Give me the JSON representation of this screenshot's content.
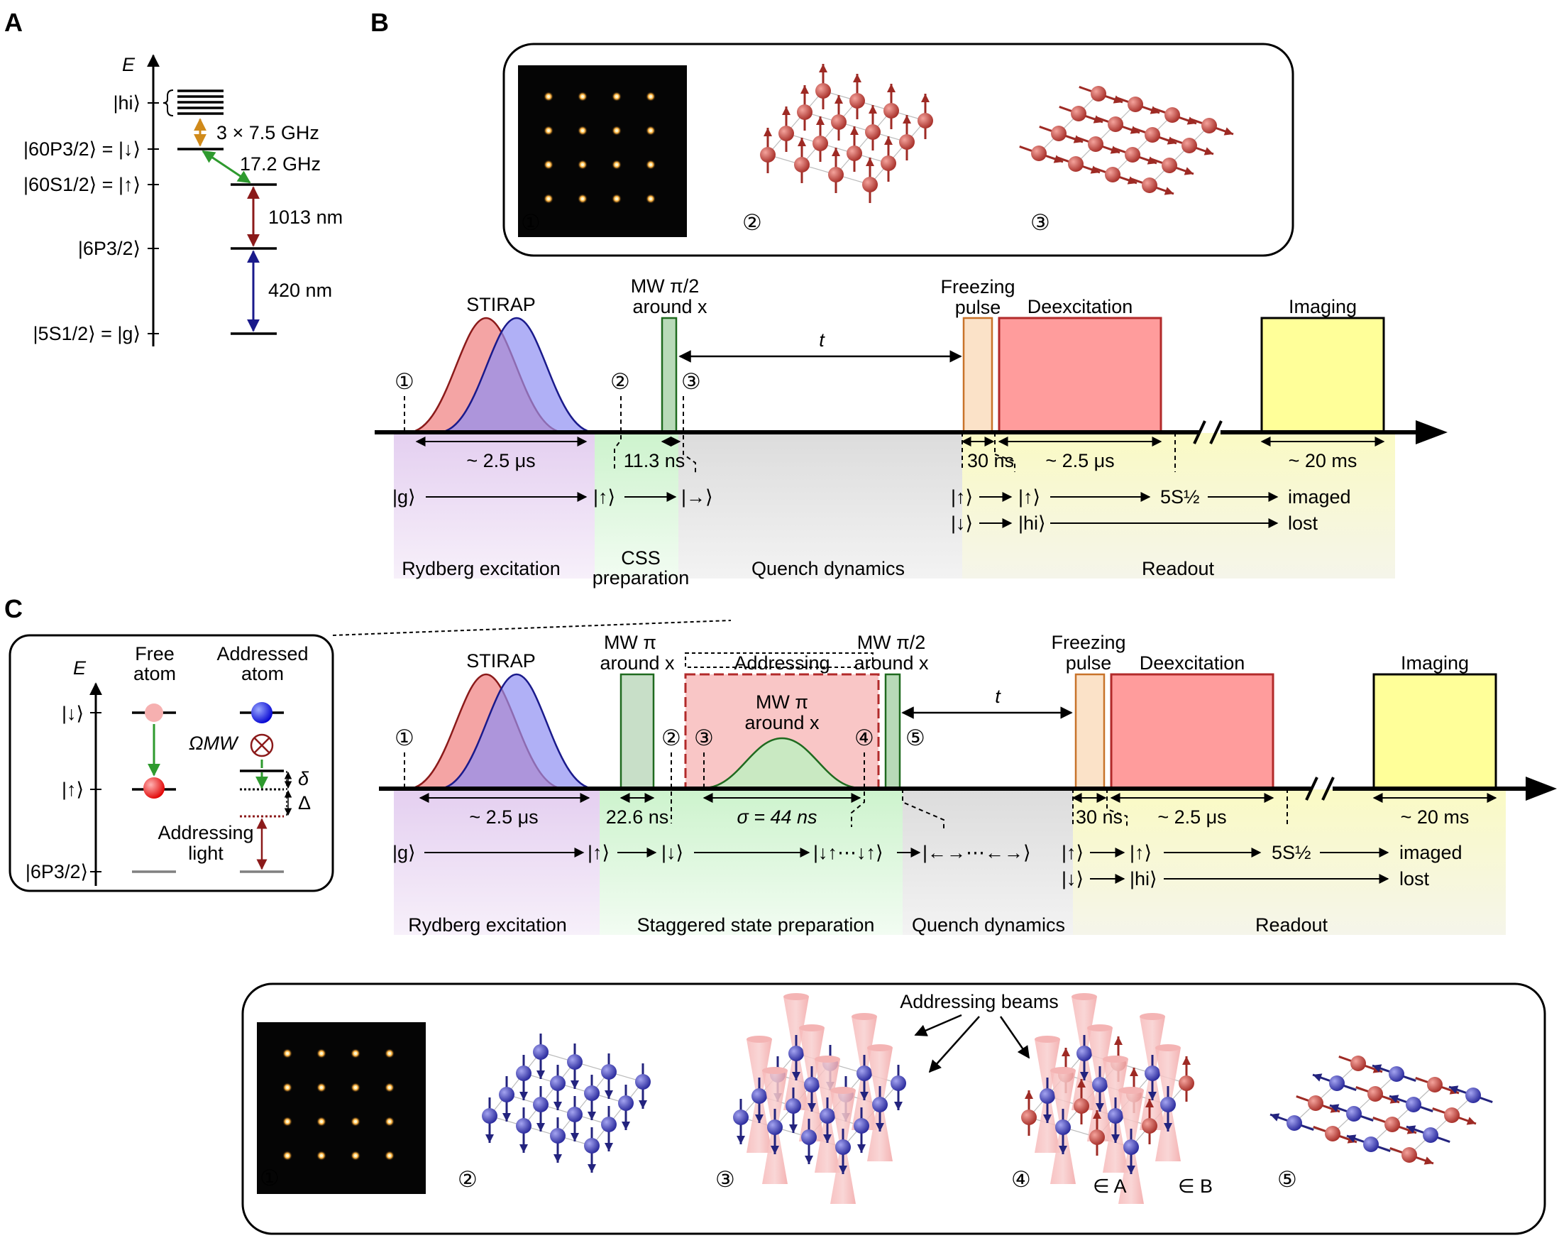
{
  "panels": {
    "a": "A",
    "b": "B",
    "c": "C"
  },
  "colors": {
    "stirap_red": "#f08a8a",
    "stirap_blue": "#8f8ef2",
    "mw_green": "#2e7d32",
    "freeze_orange": "#c8732a",
    "deex_fill": "#ff9c9c",
    "deex_border": "#b22a2a",
    "imaging_fill": "#ffff99",
    "region_purple": "#e8d5f0",
    "region_green": "#d7f5d7",
    "region_grey": "#e3e3e3",
    "region_yellow": "#fbfbd0",
    "spin_red": "#c0413b",
    "spin_blue": "#3b3bb8",
    "transition_1013": "#8b1a1a",
    "transition_420": "#1a1a8b",
    "transition_orange": "#d08a1a",
    "transition_green": "#2e9a2e"
  },
  "panel_a": {
    "axis_label": "E",
    "levels": {
      "hi": "|hi⟩",
      "p60": "|60P3/2⟩ = |↓⟩",
      "s60": "|60S1/2⟩ = |↑⟩",
      "p6": "|6P3/2⟩",
      "s5": "|5S1/2⟩ = |g⟩"
    },
    "transitions": {
      "hyperfine": "3 × 7.5 GHz",
      "mw": "17.2 GHz",
      "ir": "1013 nm",
      "blue": "420 nm"
    }
  },
  "panel_b": {
    "inset_markers": [
      "①",
      "②",
      "③"
    ],
    "pulses": {
      "stirap": "STIRAP",
      "mw_line1": "MW π/2",
      "mw_line2": "around x",
      "t": "t",
      "freeze_line1": "Freezing",
      "freeze_line2": "pulse",
      "deex": "Deexcitation",
      "imaging": "Imaging"
    },
    "markers": [
      "①",
      "②",
      "③"
    ],
    "durations": [
      "~ 2.5 μs",
      "11.3 ns",
      "30 ns",
      "~ 2.5 μs",
      "~ 20 ms"
    ],
    "states": {
      "g": "|g⟩",
      "up": "|↑⟩",
      "right": "|→⟩",
      "up2": "|↑⟩",
      "up3": "|↑⟩",
      "five_s": "5S½",
      "imaged": "imaged",
      "down2": "|↓⟩",
      "hi": "|hi⟩",
      "lost": "lost"
    },
    "regions": [
      "Rydberg excitation",
      "CSS",
      "preparation",
      "Quench dynamics",
      "Readout"
    ]
  },
  "panel_c_inset": {
    "axis_label": "E",
    "free_line1": "Free",
    "free_line2": "atom",
    "addr_line1": "Addressed",
    "addr_line2": "atom",
    "down": "|↓⟩",
    "up": "|↑⟩",
    "p6": "|6P3/2⟩",
    "omega": "ΩMW",
    "delta_small": "δ",
    "delta_big": "Δ",
    "light_line1": "Addressing",
    "light_line2": "light"
  },
  "panel_c": {
    "pulses": {
      "stirap": "STIRAP",
      "mwpi_line1": "MW π",
      "mwpi_line2": "around x",
      "addressing": "Addressing",
      "mwpi_in_line1": "MW π",
      "mwpi_in_line2": "around x",
      "mwpi2_line1": "MW π/2",
      "mwpi2_line2": "around x",
      "t": "t",
      "freeze_line1": "Freezing",
      "freeze_line2": "pulse",
      "deex": "Deexcitation",
      "imaging": "Imaging"
    },
    "markers": [
      "①",
      "②",
      "③",
      "④",
      "⑤"
    ],
    "durations": [
      "~ 2.5 μs",
      "22.6 ns",
      "σ = 44 ns",
      "30 ns",
      "~ 2.5 μs",
      "~ 20 ms"
    ],
    "states": {
      "g": "|g⟩",
      "up": "|↑⟩",
      "down": "|↓⟩",
      "stag": "|↓↑⋯↓↑⟩",
      "cross": "|←→⋯←→⟩",
      "up2": "|↑⟩",
      "up3": "|↑⟩",
      "five_s": "5S½",
      "imaged": "imaged",
      "down2": "|↓⟩",
      "hi": "|hi⟩",
      "lost": "lost"
    },
    "regions": [
      "Rydberg excitation",
      "Staggered state preparation",
      "Quench dynamics",
      "Readout"
    ]
  },
  "panel_c_bottom": {
    "markers": [
      "①",
      "②",
      "③",
      "④",
      "⑤"
    ],
    "beams_label": "Addressing beams",
    "in_a": "∈ A",
    "in_b": "∈ B"
  }
}
